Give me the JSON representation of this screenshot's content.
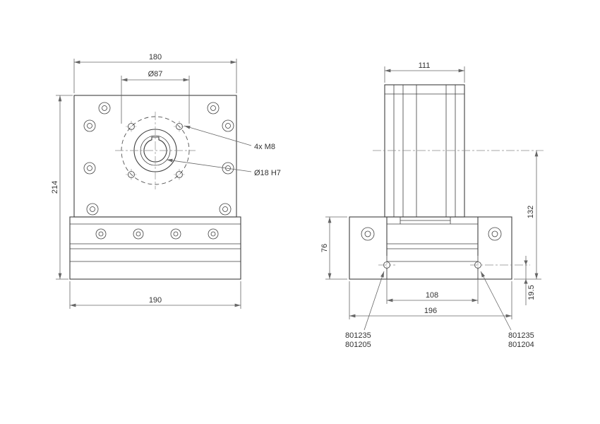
{
  "front_view": {
    "dim_width": "180",
    "dim_bolt_circle": "Ø87",
    "dim_height": "214",
    "dim_rail_width": "190",
    "label_mount_holes": "4x M8",
    "label_bore": "Ø18 H7"
  },
  "side_view": {
    "dim_width": "111",
    "dim_clamp_height": "76",
    "dim_axis_height": "132",
    "dim_groove_offset": "19.5",
    "dim_groove_spacing": "108",
    "dim_total_width": "196",
    "parts_left": [
      "801235",
      "801205"
    ],
    "parts_right": [
      "801235",
      "801204"
    ]
  },
  "colors": {
    "line": "#3f3f3f",
    "dimension": "#666666",
    "background": "#ffffff"
  }
}
